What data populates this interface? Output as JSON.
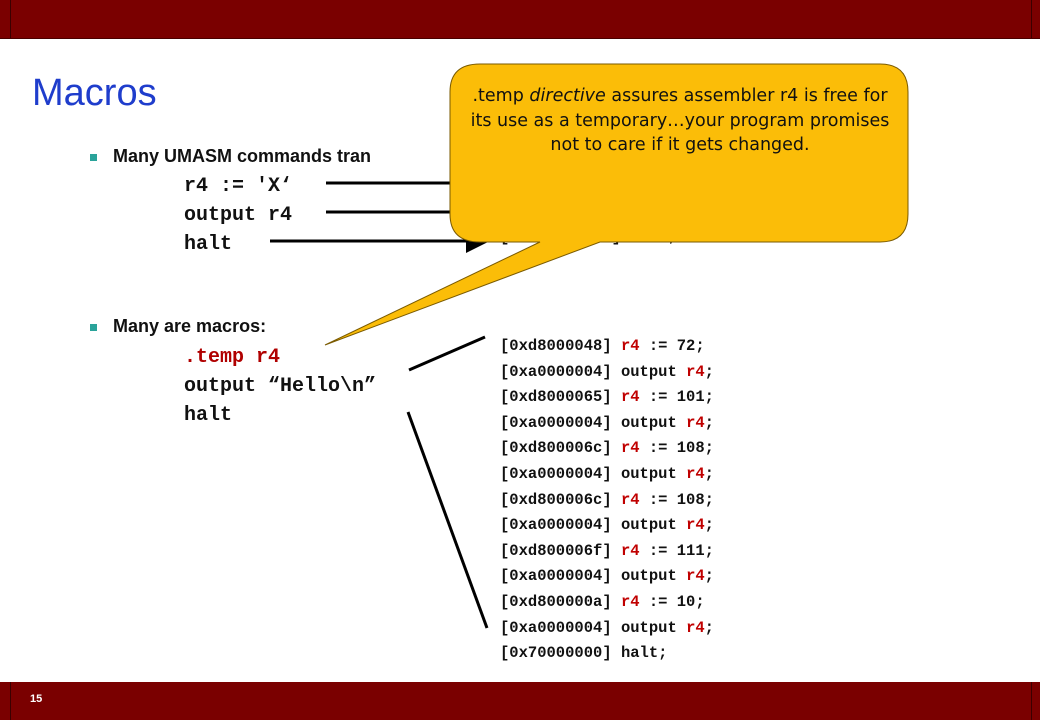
{
  "slide": {
    "title": "Macros",
    "page_number": "15"
  },
  "bullets": [
    {
      "text": "Many UMASM commands tran"
    },
    {
      "text": "Many are macros:"
    }
  ],
  "code_block_1": {
    "lines": [
      "r4 := 'X‘",
      "output r4",
      "halt"
    ]
  },
  "code_block_2": {
    "temp_line": ".temp r4",
    "lines": [
      "output “Hello\\n”",
      "halt"
    ]
  },
  "asm_partial": {
    "address": "[",
    "tail": "] halt;"
  },
  "asm_listing": [
    {
      "addr": "[0xd8000048]",
      "op": "r4",
      "rest": " := 72;"
    },
    {
      "addr": "[0xa0000004]",
      "op": "output",
      "reg": "r4",
      "end": ";"
    },
    {
      "addr": "[0xd8000065]",
      "op": "r4",
      "rest": " := 101;"
    },
    {
      "addr": "[0xa0000004]",
      "op": "output",
      "reg": "r4",
      "end": ";"
    },
    {
      "addr": "[0xd800006c]",
      "op": "r4",
      "rest": " := 108;"
    },
    {
      "addr": "[0xa0000004]",
      "op": "output",
      "reg": "r4",
      "end": ";"
    },
    {
      "addr": "[0xd800006c]",
      "op": "r4",
      "rest": " := 108;"
    },
    {
      "addr": "[0xa0000004]",
      "op": "output",
      "reg": "r4",
      "end": ";"
    },
    {
      "addr": "[0xd800006f]",
      "op": "r4",
      "rest": " := 111;"
    },
    {
      "addr": "[0xa0000004]",
      "op": "output",
      "reg": "r4",
      "end": ";"
    },
    {
      "addr": "[0xd800000a]",
      "op": "r4",
      "rest": " := 10;"
    },
    {
      "addr": "[0xa0000004]",
      "op": "output",
      "reg": "r4",
      "end": ";"
    },
    {
      "addr": "[0x70000000]",
      "op": "halt;"
    }
  ],
  "callout": {
    "prefix": ".temp ",
    "emphasis": "directive",
    "text": " assures assembler r4 is free for its use as a temporary…your program promises not to care if it gets changed."
  },
  "colors": {
    "brand_bar": "#7a0000",
    "title": "#1f3dcc",
    "bullet": "#2aa39a",
    "register": "#c00000",
    "callout_fill": "#fbbd08",
    "callout_stroke": "#7a5a00"
  }
}
